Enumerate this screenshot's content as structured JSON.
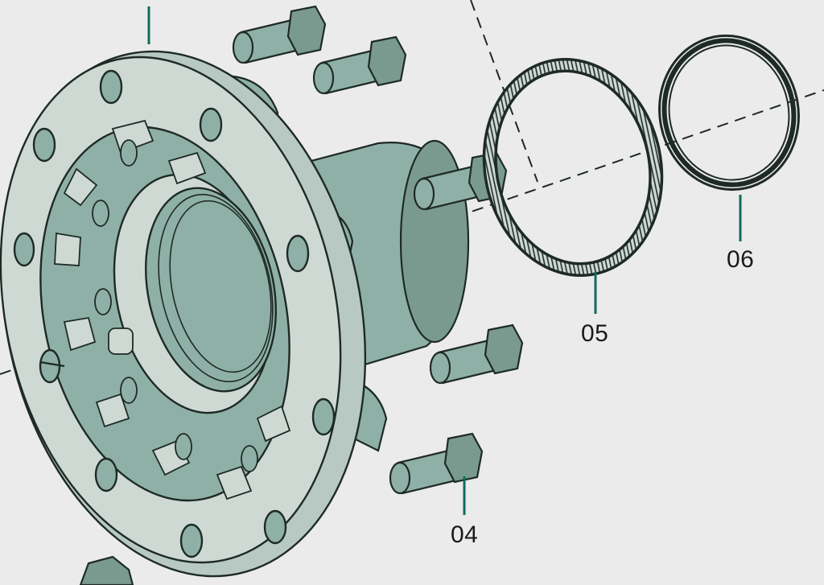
{
  "diagram": {
    "colors": {
      "background": "#ebebeb",
      "part_fill": "#8fb0a6",
      "part_light": "#cfd9d4",
      "part_dark": "#7a9a90",
      "outline": "#1e2a26",
      "leader": "#0f6b5a"
    },
    "callouts": [
      {
        "id": "05",
        "label": "05",
        "part": "abs-tone-ring"
      },
      {
        "id": "06",
        "label": "06",
        "part": "seal-ring"
      },
      {
        "id": "04",
        "label": "04",
        "part": "wheel-bolt"
      }
    ]
  }
}
